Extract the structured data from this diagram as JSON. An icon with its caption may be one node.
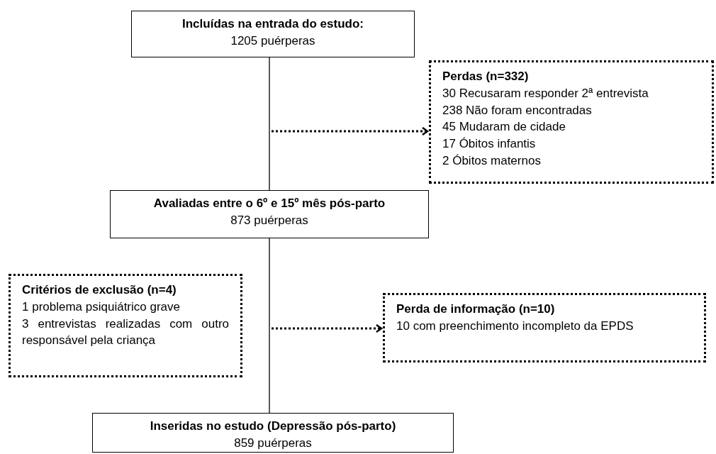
{
  "diagram": {
    "nodes": [
      {
        "text": [
          "Incluídas na entrada do estudo:",
          "1205 puérperas"
        ]
      },
      {
        "text": [
          "Perdas (n=332)",
          "30 Recusaram responder 2ª entrevista",
          "238 Não foram encontradas",
          "45 Mudaram de cidade",
          "17 Óbitos infantis",
          "2 Óbitos maternos"
        ]
      },
      {
        "text": [
          "Avaliadas entre o 6º e 15º mês pós-parto",
          "873 puérperas"
        ]
      },
      {
        "text": [
          "Critérios de exclusão (n=4)",
          "1 problema psiquiátrico grave",
          "3 entrevistas realizadas com outro responsável pela criança"
        ]
      },
      {
        "text": [
          "Perda de informação (n=10)",
          "10 com preenchimento incompleto da EPDS"
        ]
      },
      {
        "text": [
          "Inseridas no estudo (Depressão pós-parto)",
          "859 puérperas"
        ]
      }
    ],
    "edges": [
      {
        "from": 0,
        "to": 2,
        "arrow": "none"
      },
      {
        "from": 2,
        "to": 5,
        "arrow": "none"
      },
      {
        "from": null,
        "to": 1,
        "arrow": "to",
        "style": "dashed"
      },
      {
        "from": null,
        "to": 4,
        "arrow": "to",
        "style": "dashed"
      }
    ]
  }
}
